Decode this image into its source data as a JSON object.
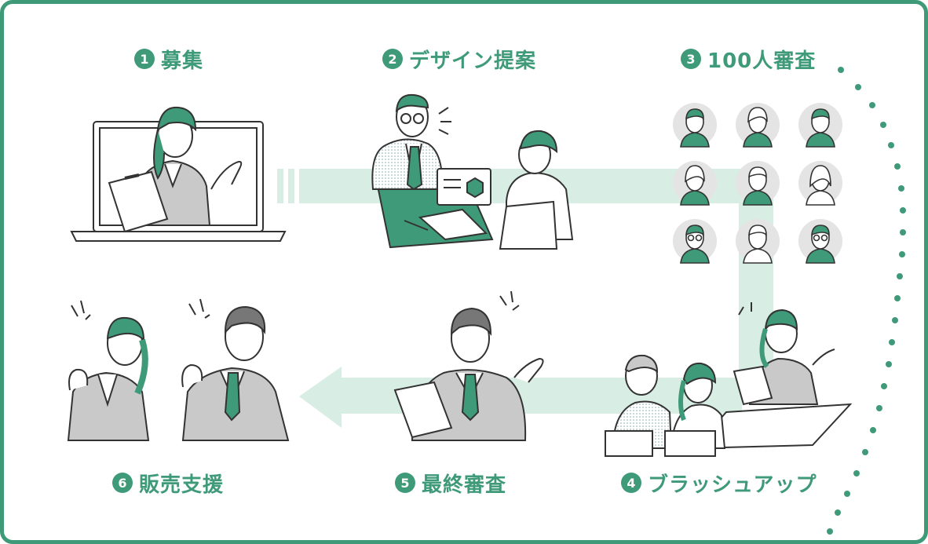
{
  "steps": [
    {
      "number": "1",
      "label": "募集"
    },
    {
      "number": "2",
      "label": "デザイン提案"
    },
    {
      "number": "3",
      "label": "100人審査"
    },
    {
      "number": "4",
      "label": "ブラッシュアップ"
    },
    {
      "number": "5",
      "label": "最終審査"
    },
    {
      "number": "6",
      "label": "販売支援"
    }
  ],
  "colors": {
    "accent": "#3f9a79",
    "flow_band": "#d8ede4",
    "line": "#333333",
    "gray_fill": "#c9c9c9",
    "avatar_bg": "#e4e4e4"
  },
  "icons": [
    "laptop-video-icon",
    "meeting-proposal-icon",
    "reviewer-avatars-icon",
    "brushup-meeting-icon",
    "final-review-icon",
    "sales-support-icon"
  ]
}
